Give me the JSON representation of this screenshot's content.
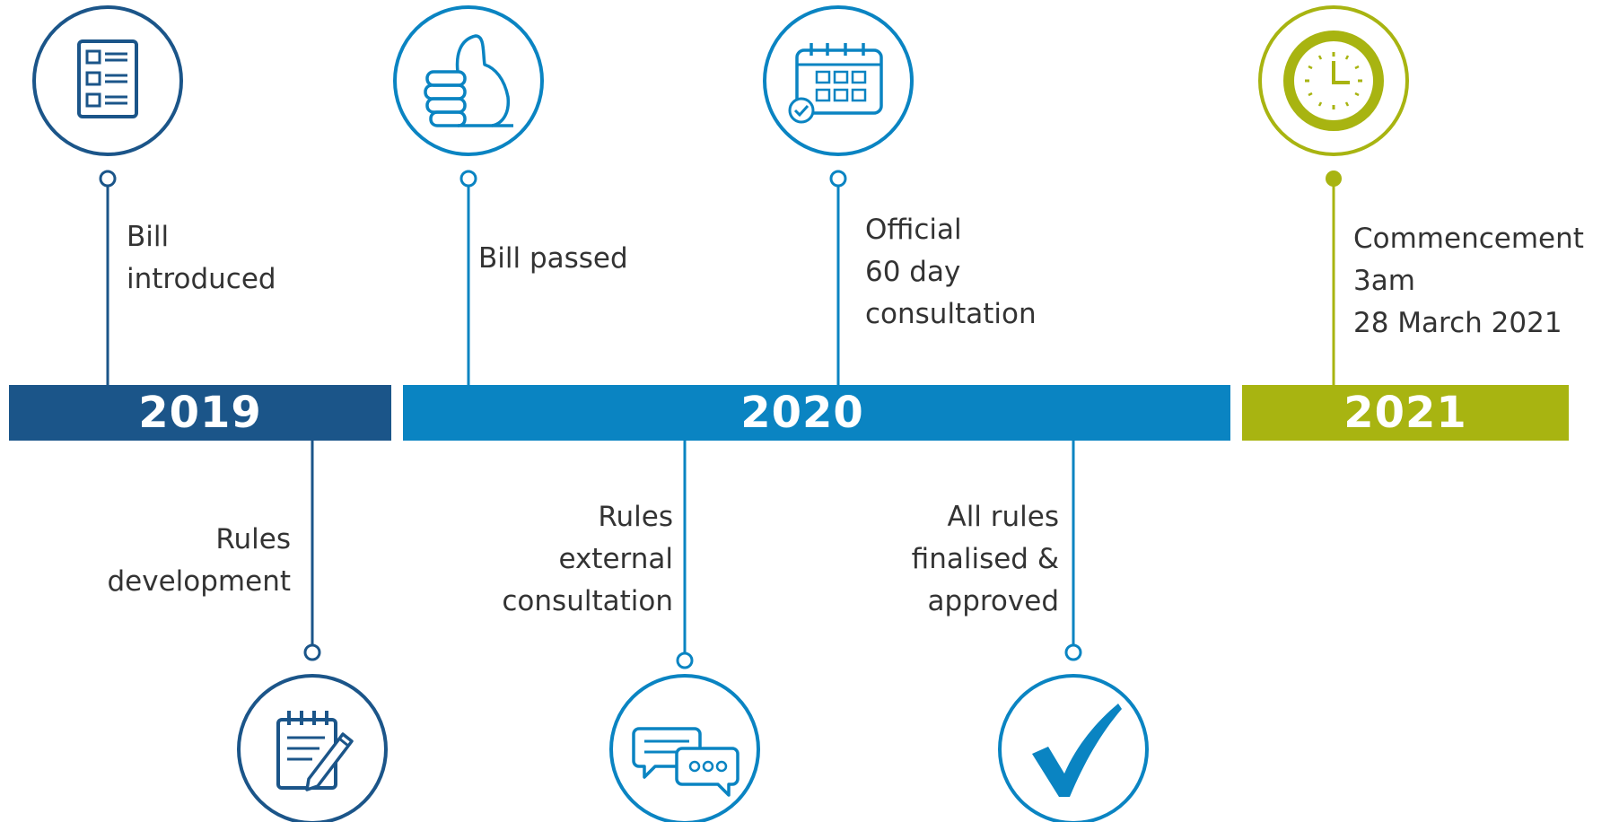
{
  "colors": {
    "navy": "#1b5589",
    "blue": "#0a84c2",
    "lime": "#a8b411",
    "text": "#333333"
  },
  "years": {
    "y2019": "2019",
    "y2020": "2020",
    "y2021": "2021"
  },
  "milestones": {
    "bill_introduced": {
      "line1": "Bill",
      "line2": "introduced",
      "icon": "checklist-icon"
    },
    "bill_passed": {
      "line1": "Bill passed",
      "icon": "thumbs-up-icon"
    },
    "official_consultation": {
      "line1": "Official",
      "line2": "60 day",
      "line3": "consultation",
      "icon": "calendar-icon"
    },
    "commencement": {
      "line1": "Commencement",
      "line2": "3am",
      "line3": "28 March 2021",
      "icon": "clock-icon"
    },
    "rules_development": {
      "line1": "Rules",
      "line2": "development",
      "icon": "notepad-pencil-icon"
    },
    "rules_external": {
      "line1": "Rules",
      "line2": "external",
      "line3": "consultation",
      "icon": "chat-bubbles-icon"
    },
    "all_rules_final": {
      "line1": "All rules",
      "line2": "finalised &",
      "line3": "approved",
      "icon": "checkmark-icon"
    }
  }
}
